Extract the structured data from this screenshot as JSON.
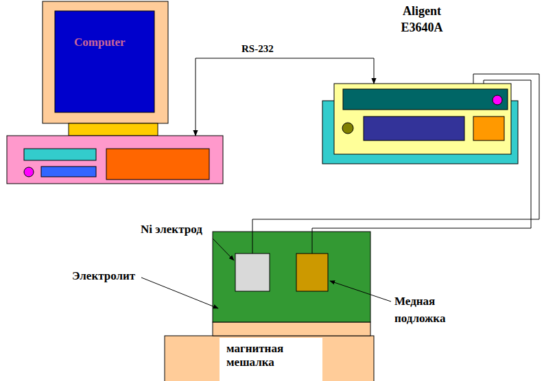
{
  "diagram": {
    "nodes": [
      {
        "text": [
          "Computer"
        ]
      },
      {
        "text": [
          "Aligent E3640A"
        ]
      },
      {
        "text": [
          "Электролит"
        ]
      },
      {
        "text": [
          "Ni электрод"
        ],
        "in": 2
      },
      {
        "text": [
          "Медная подложка"
        ],
        "in": 2
      },
      {
        "text": [
          "магнитная мешалка"
        ]
      }
    ],
    "edges": [
      {
        "from": 0,
        "to": 1,
        "arrow": "both",
        "label": "RS-232"
      },
      {
        "from": 1,
        "to": 3,
        "arrow": "none"
      },
      {
        "from": 1,
        "to": 4,
        "arrow": "none"
      }
    ]
  }
}
